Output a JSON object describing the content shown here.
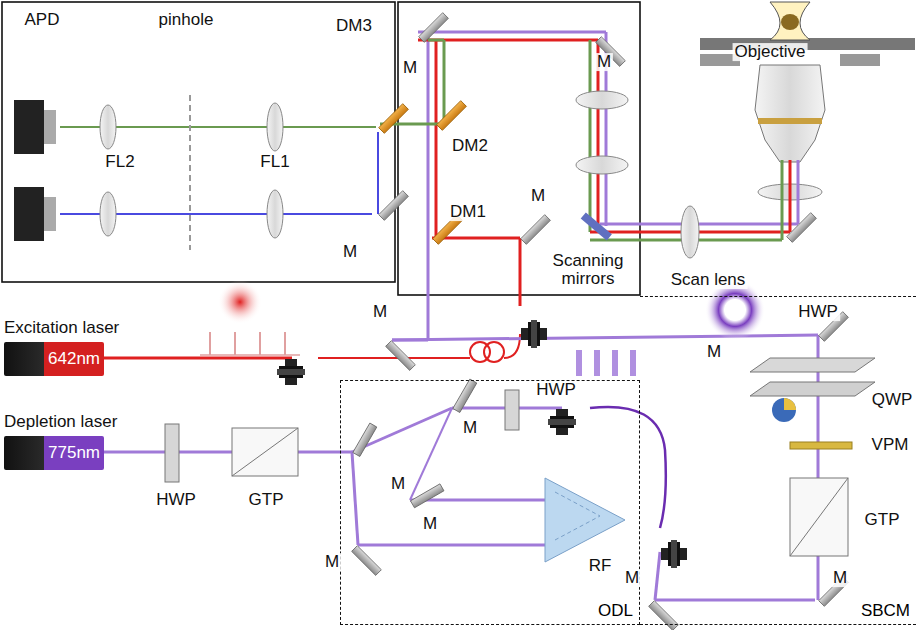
{
  "diagram": {
    "nodes": [
      {
        "text": [
          "ODL"
        ]
      },
      {
        "text": [
          "SBCM"
        ]
      },
      {
        "text": [
          "Excitation laser",
          "642nm"
        ]
      },
      {
        "text": [
          "Depletion laser",
          "775nm"
        ]
      }
    ],
    "labels": [
      "APD",
      "pinhole",
      "DM3",
      "FL2",
      "FL1",
      "M",
      "M",
      "M",
      "DM2",
      "DM1",
      "M",
      "Scanning mirrors",
      "Scan lens",
      "Objective",
      "M",
      "M",
      "HWP",
      "QWP",
      "VPM",
      "GTP",
      "M",
      "M",
      "HWP",
      "M",
      "M",
      "M",
      "M",
      "RF",
      "HWP",
      "GTP"
    ]
  }
}
